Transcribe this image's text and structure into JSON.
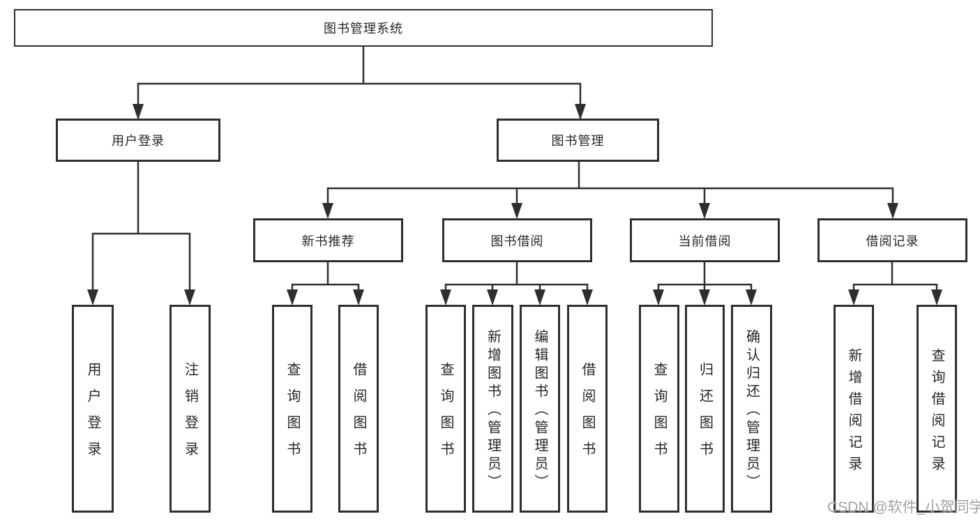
{
  "diagram": {
    "root": {
      "label": "图书管理系统"
    },
    "branches": [
      {
        "label": "用户登录",
        "children": [
          {
            "label": "用户登录"
          },
          {
            "label": "注销登录"
          }
        ]
      },
      {
        "label": "图书管理",
        "children": [
          {
            "label": "新书推荐",
            "children": [
              {
                "label": "查询图书"
              },
              {
                "label": "借阅图书"
              }
            ]
          },
          {
            "label": "图书借阅",
            "children": [
              {
                "label": "查询图书"
              },
              {
                "label": "新增图书（管理员）"
              },
              {
                "label": "编辑图书（管理员）"
              },
              {
                "label": "借阅图书"
              }
            ]
          },
          {
            "label": "当前借阅",
            "children": [
              {
                "label": "查询图书"
              },
              {
                "label": "归还图书"
              },
              {
                "label": "确认归还（管理员）"
              }
            ]
          },
          {
            "label": "借阅记录",
            "children": [
              {
                "label": "新增借阅记录"
              },
              {
                "label": "查询借阅记录"
              }
            ]
          }
        ]
      }
    ]
  },
  "watermark": {
    "text": "CSDN @软件_小贺同学"
  },
  "colors": {
    "line": "#2e2e2e",
    "text": "#262626",
    "watermark": "#919191"
  }
}
